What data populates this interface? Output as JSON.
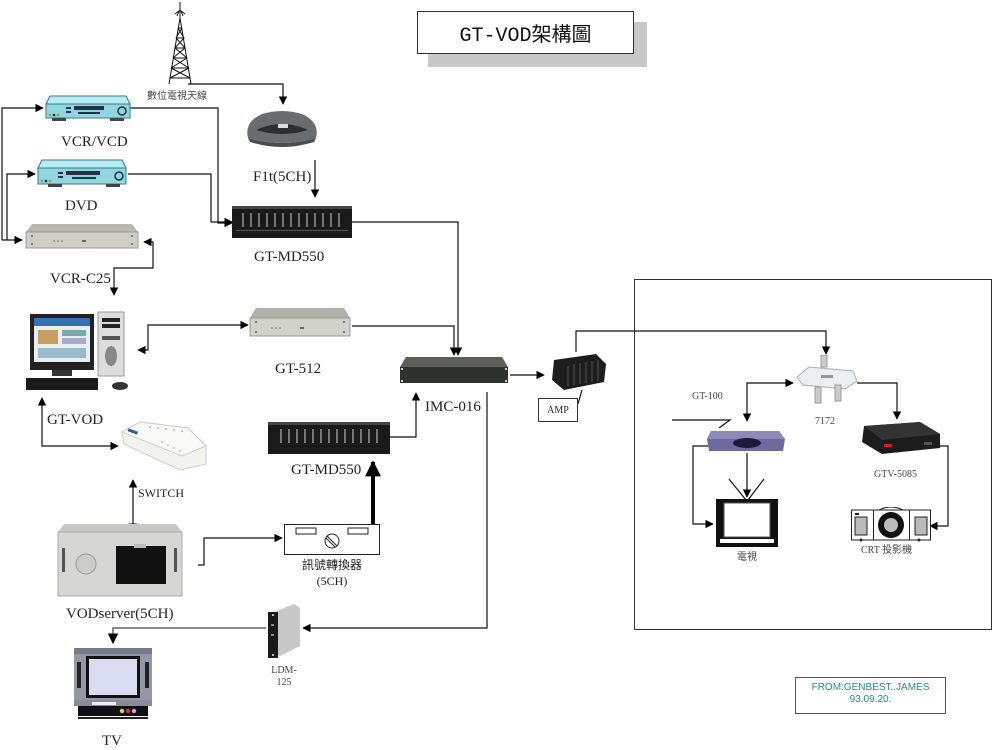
{
  "title": "GT-VOD架構圖",
  "credit": {
    "line1": "FROM:GENBEST..JAMES",
    "line2": "93.09.20."
  },
  "devices": {
    "antenna": {
      "label": "數位電視天線",
      "icon": "antenna-tower-icon"
    },
    "vcr_vcd": {
      "label": "VCR/VCD",
      "icon": "vcr-player-icon"
    },
    "dvd": {
      "label": "DVD",
      "icon": "dvd-player-icon"
    },
    "vcr_c25": {
      "label": "VCR-C25",
      "icon": "rack-unit-icon"
    },
    "flt": {
      "label": "F1t(5CH)",
      "icon": "satellite-receiver-icon"
    },
    "gt_md550_top": {
      "label": "GT-MD550",
      "icon": "modulator-rack-icon"
    },
    "gt_vod": {
      "label": "GT-VOD",
      "icon": "desktop-computer-icon"
    },
    "gt_512": {
      "label": "GT-512",
      "icon": "rack-unit-icon"
    },
    "imc_016": {
      "label": "IMC-016",
      "icon": "combiner-rack-icon"
    },
    "amp": {
      "label": "AMP",
      "icon": "amplifier-icon"
    },
    "switch": {
      "label": "SWITCH",
      "icon": "network-switch-icon"
    },
    "gt_md550_bottom": {
      "label": "GT-MD550",
      "icon": "modulator-rack-icon"
    },
    "converter": {
      "label": "訊號轉換器",
      "sublabel": "(5CH)",
      "icon": "signal-converter-icon"
    },
    "vod_server": {
      "label": "VODserver(5CH)",
      "icon": "server-chassis-icon"
    },
    "tv": {
      "label": "TV",
      "icon": "tv-monitor-icon"
    },
    "ldm_125": {
      "label": "LDM-",
      "sublabel": "125",
      "icon": "fiber-module-icon"
    },
    "splitter_7172": {
      "label": "7172",
      "icon": "splitter-icon"
    },
    "gt_100": {
      "label": "GT-100",
      "icon": "set-top-box-icon"
    },
    "gtv_5085": {
      "label": "GTV-5085",
      "icon": "set-top-box-icon"
    },
    "tv_room": {
      "label": "電視",
      "icon": "crt-tv-icon"
    },
    "crt_projector": {
      "label": "CRT 投影機",
      "icon": "crt-projector-icon"
    }
  }
}
